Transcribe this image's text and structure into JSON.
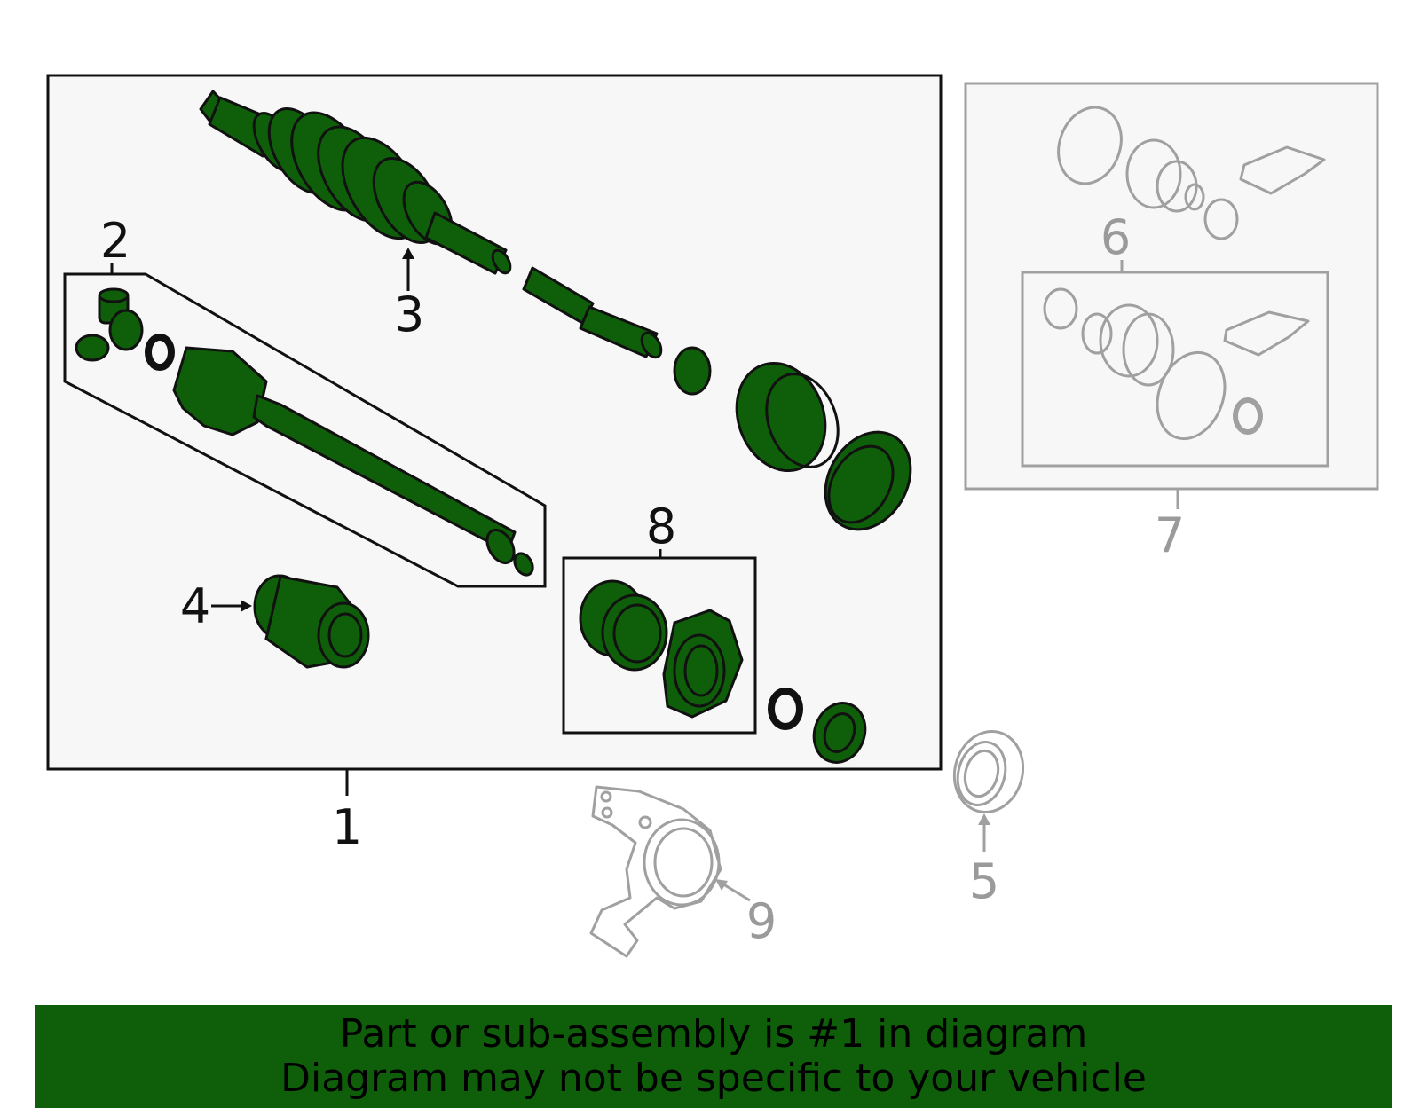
{
  "callouts": {
    "c1": "1",
    "c2": "2",
    "c3": "3",
    "c4": "4",
    "c5": "5",
    "c6": "6",
    "c7": "7",
    "c8": "8",
    "c9": "9"
  },
  "banner": {
    "line1": "Part or sub-assembly is #1 in diagram",
    "line2": "Diagram may not be specific to your vehicle"
  },
  "colors": {
    "highlight_part": "#0f5f0a",
    "outline": "#111111",
    "inactive_part": "#a0a0a0",
    "panel_fill": "#f7f7f7",
    "banner_bg": "#0f5f0a"
  }
}
